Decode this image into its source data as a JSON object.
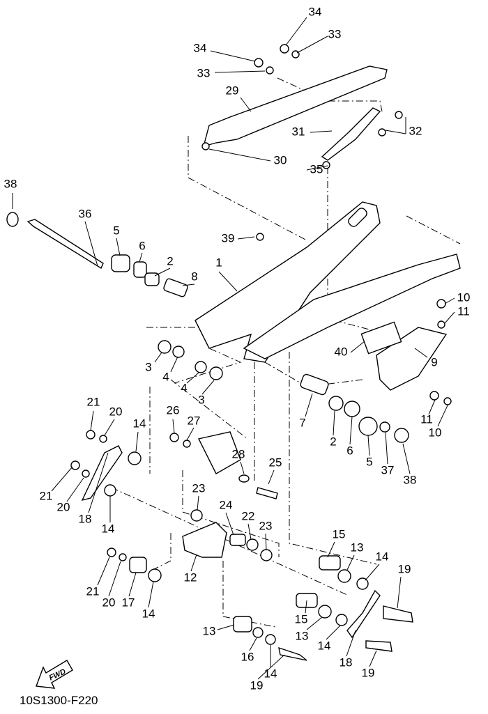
{
  "diagram_code": "10S1300-F220",
  "direction_badge": "FWD",
  "callouts": [
    "34",
    "33",
    "34",
    "33",
    "29",
    "31",
    "32",
    "30",
    "35",
    "38",
    "36",
    "5",
    "6",
    "2",
    "8",
    "39",
    "1",
    "10",
    "11",
    "9",
    "40",
    "3",
    "4",
    "4",
    "3",
    "7",
    "2",
    "6",
    "5",
    "11",
    "10",
    "37",
    "38",
    "21",
    "20",
    "14",
    "26",
    "27",
    "28",
    "25",
    "21",
    "20",
    "18",
    "14",
    "23",
    "24",
    "22",
    "23",
    "15",
    "13",
    "14",
    "19",
    "21",
    "20",
    "17",
    "14",
    "12",
    "15",
    "13",
    "14",
    "18",
    "19",
    "13",
    "16",
    "14",
    "19"
  ]
}
